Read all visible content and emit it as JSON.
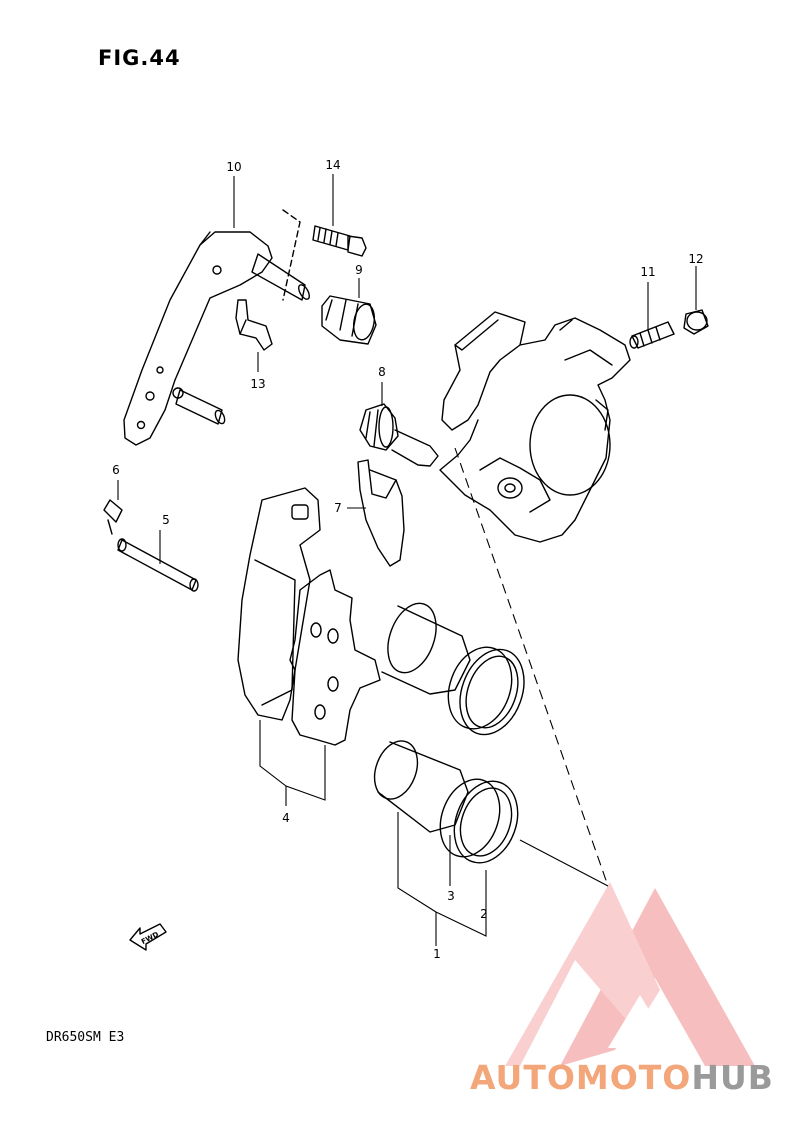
{
  "figure": {
    "title": "FIG.44",
    "model": "DR650SM E3",
    "fwd_label": "FWD"
  },
  "parts": [
    {
      "ref": "1"
    },
    {
      "ref": "2"
    },
    {
      "ref": "3"
    },
    {
      "ref": "4"
    },
    {
      "ref": "5"
    },
    {
      "ref": "6"
    },
    {
      "ref": "7"
    },
    {
      "ref": "8"
    },
    {
      "ref": "9"
    },
    {
      "ref": "10"
    },
    {
      "ref": "11"
    },
    {
      "ref": "12"
    },
    {
      "ref": "13"
    },
    {
      "ref": "14"
    }
  ],
  "watermark": {
    "part1": "AUTOMOTO",
    "part2": "HUB",
    "color_primary": "#f3a679",
    "color_secondary": "#9a9a9a",
    "logo_color": "#f08a8a"
  }
}
